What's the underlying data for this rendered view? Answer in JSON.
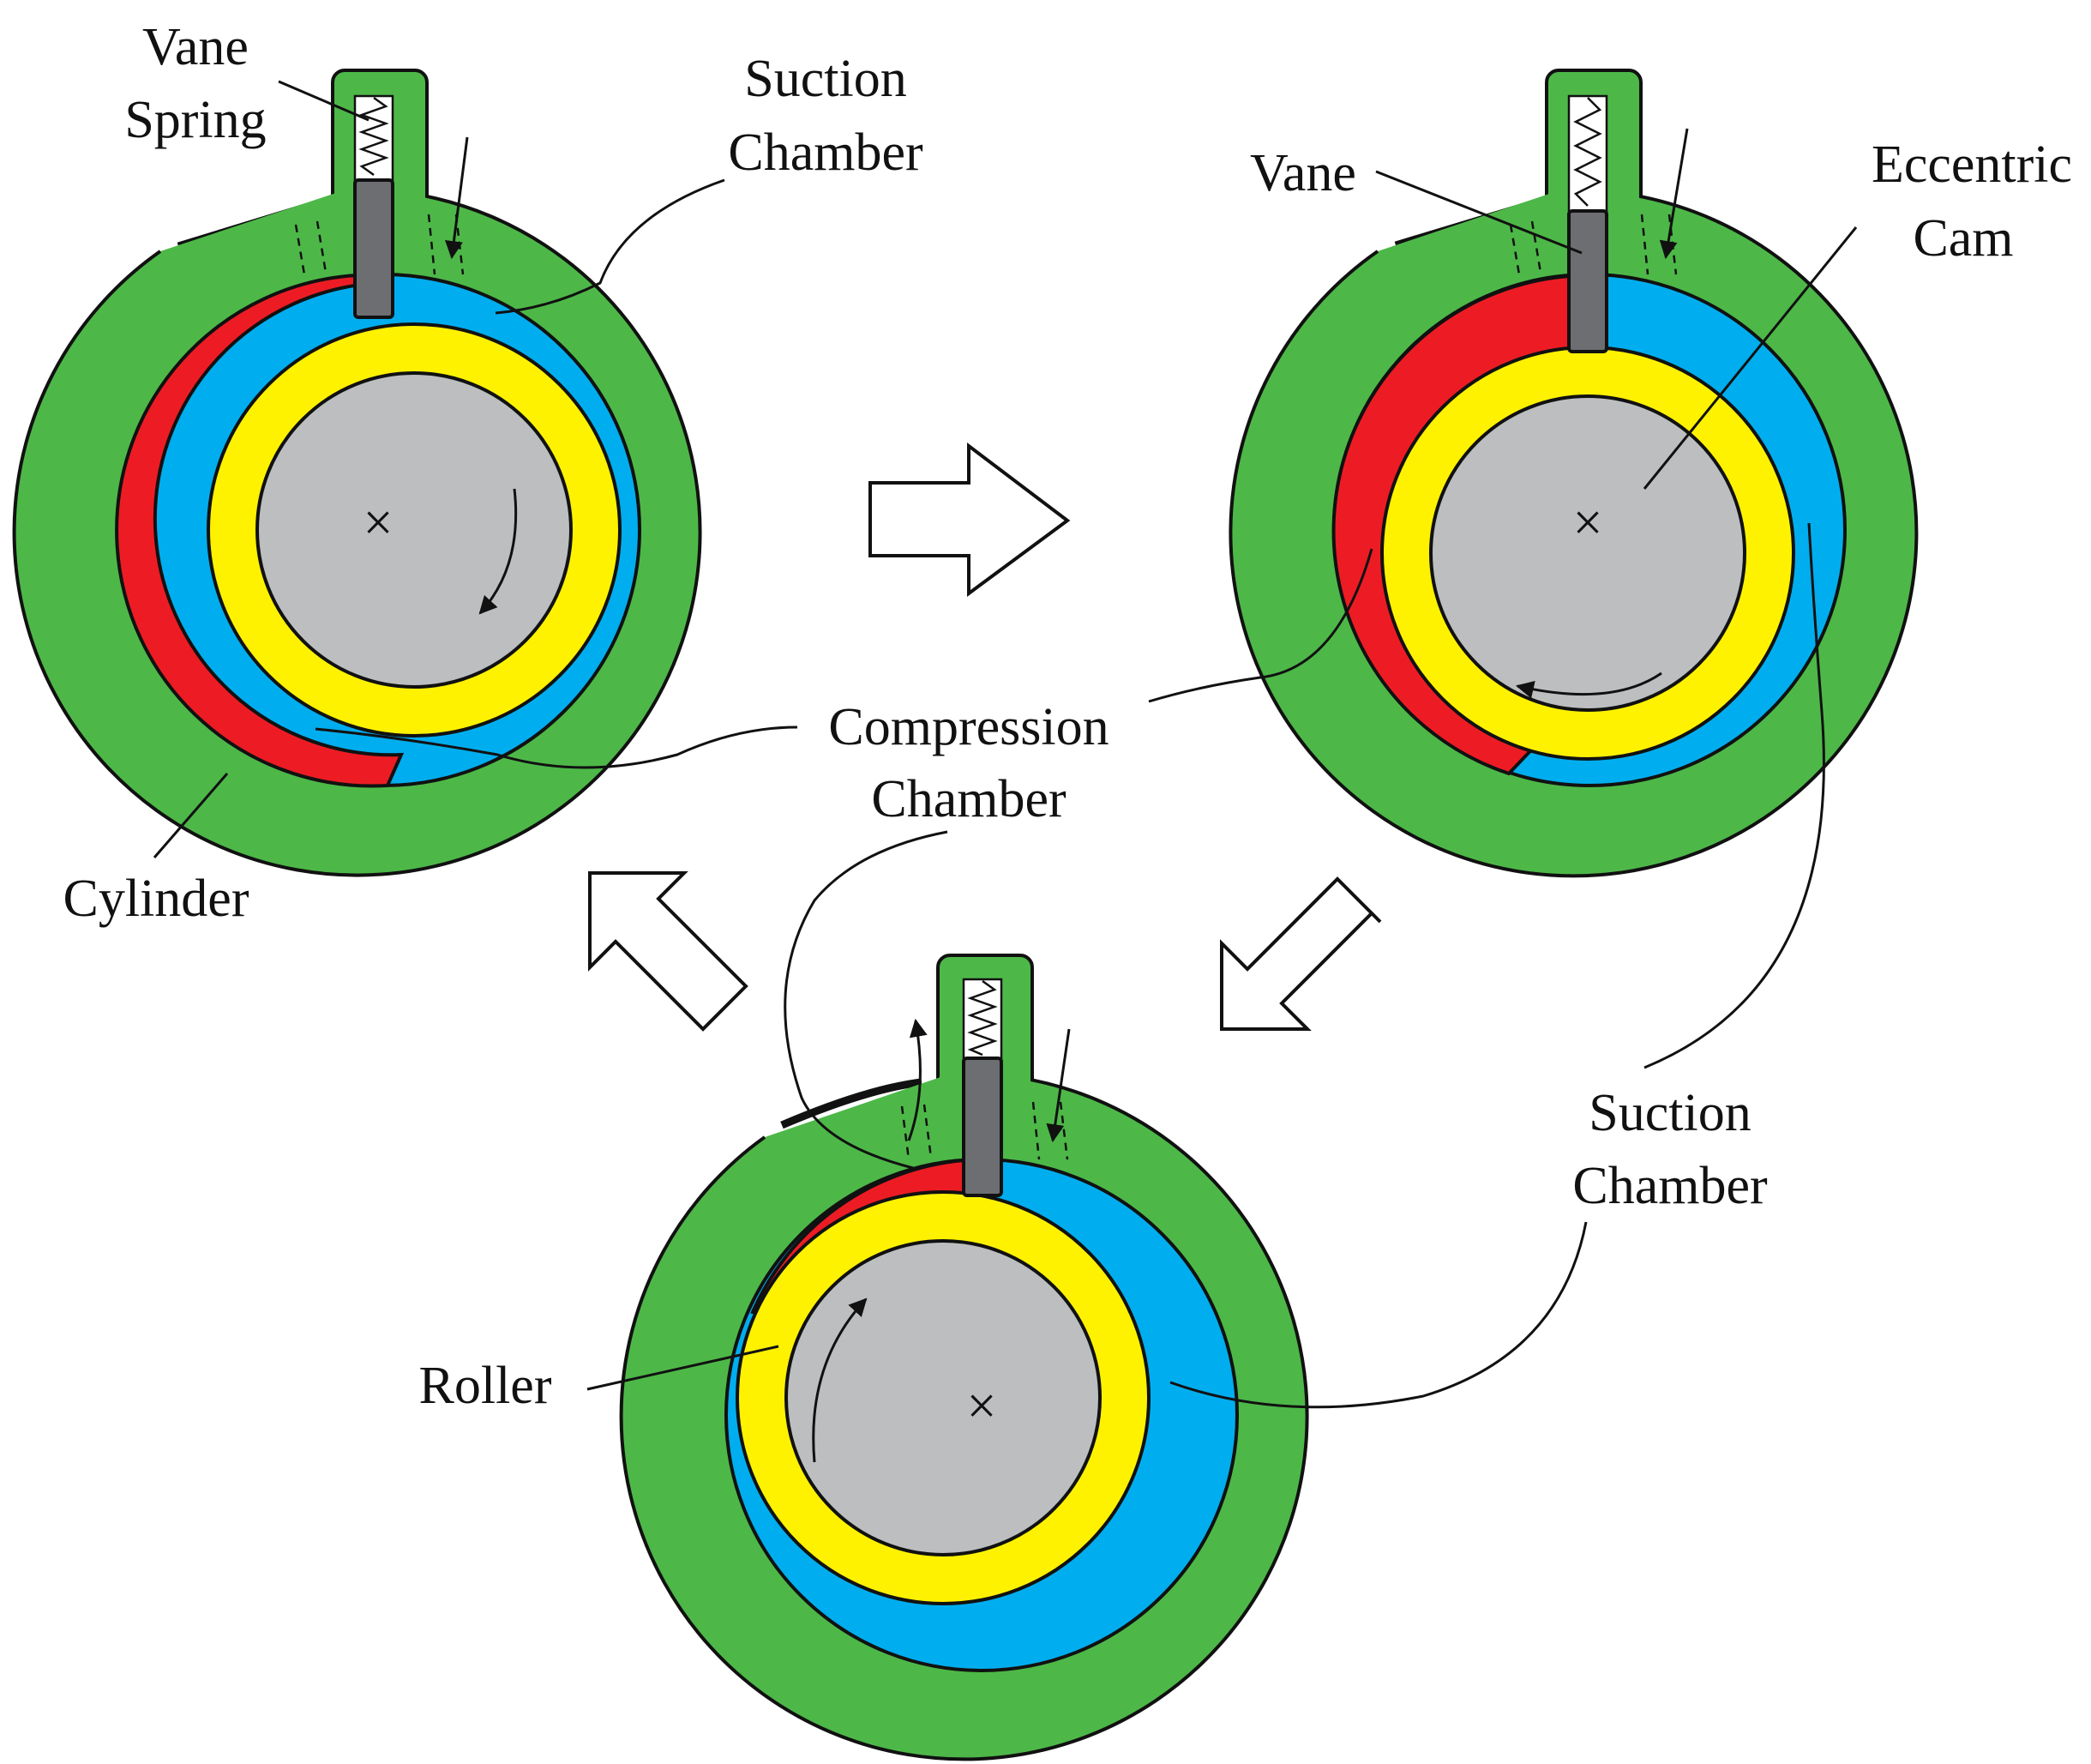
{
  "labels": {
    "vane_spring_line1": "Vane",
    "vane_spring_line2": "Spring",
    "suction_chamber_1_line1": "Suction",
    "suction_chamber_1_line2": "Chamber",
    "vane": "Vane",
    "eccentric_cam_line1": "Eccentric",
    "eccentric_cam_line2": "Cam",
    "compression_chamber_line1": "Compression",
    "compression_chamber_line2": "Chamber",
    "cylinder": "Cylinder",
    "suction_chamber_2_line1": "Suction",
    "suction_chamber_2_line2": "Chamber",
    "roller": "Roller"
  },
  "center_mark": "×",
  "colors": {
    "cylinder": "#4db848",
    "compression_chamber": "#ed1c24",
    "suction_chamber": "#00aeef",
    "roller": "#fff200",
    "eccentric_cam": "#bcbec0",
    "vane": "#6d6e71",
    "outline": "#111111"
  }
}
